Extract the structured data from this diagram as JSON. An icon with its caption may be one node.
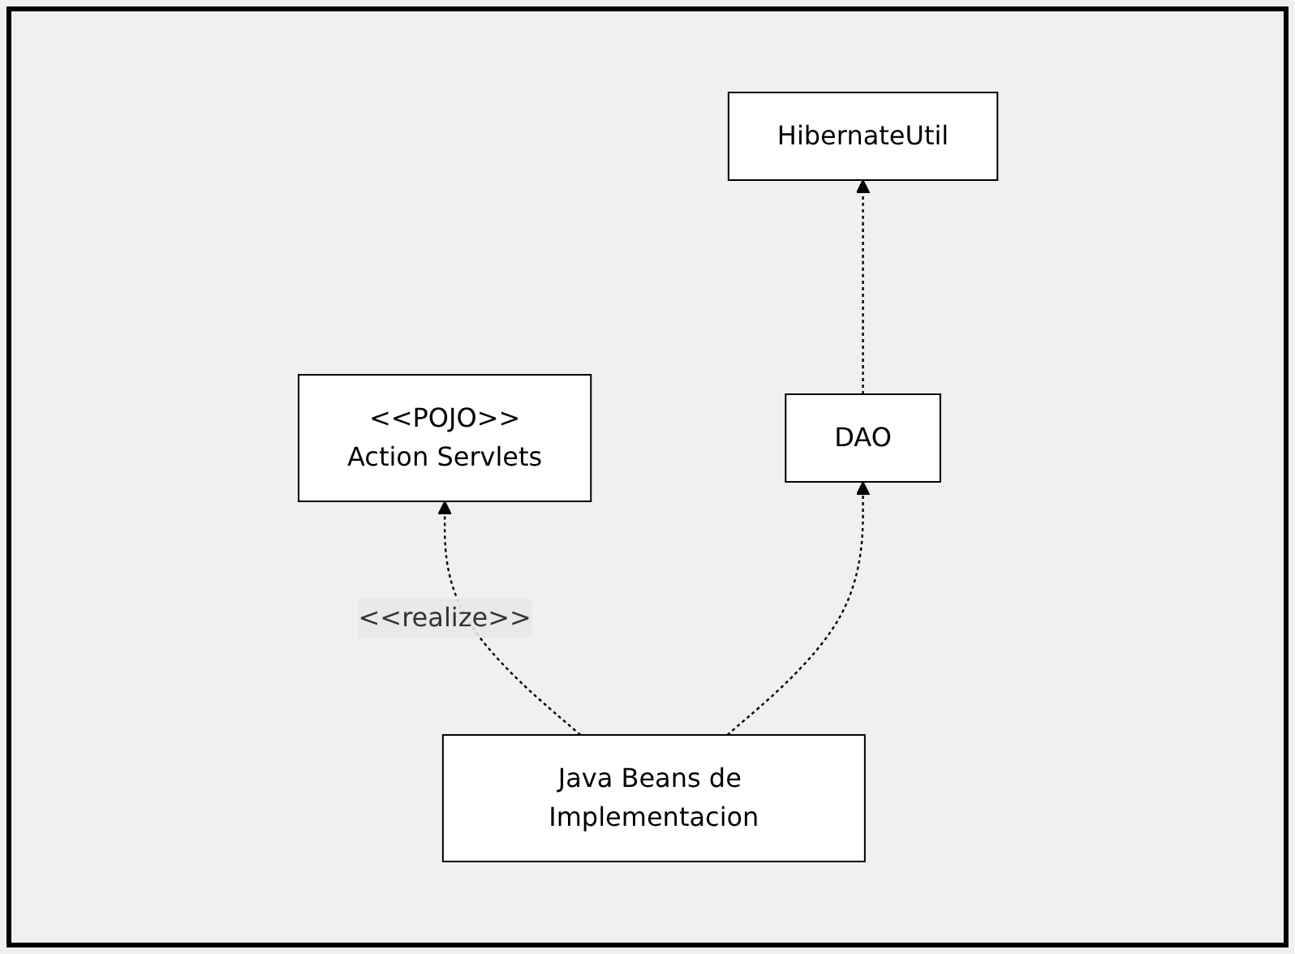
{
  "diagram": {
    "nodes": [
      {
        "text": [
          "<<POJO>>",
          "Action Servlets"
        ]
      },
      {
        "text": [
          "HibernateUtil"
        ]
      },
      {
        "text": [
          "Java Beans de Implementacion"
        ]
      },
      {
        "text": [
          "DAO"
        ]
      }
    ],
    "edges": [
      {
        "from": 2,
        "to": 0,
        "arrow": "to",
        "label": "<<realize>>",
        "style": "dashed"
      },
      {
        "from": 3,
        "to": 1,
        "arrow": "to",
        "style": "dashed"
      },
      {
        "from": 2,
        "to": 3,
        "arrow": "to",
        "style": "dashed"
      }
    ]
  }
}
